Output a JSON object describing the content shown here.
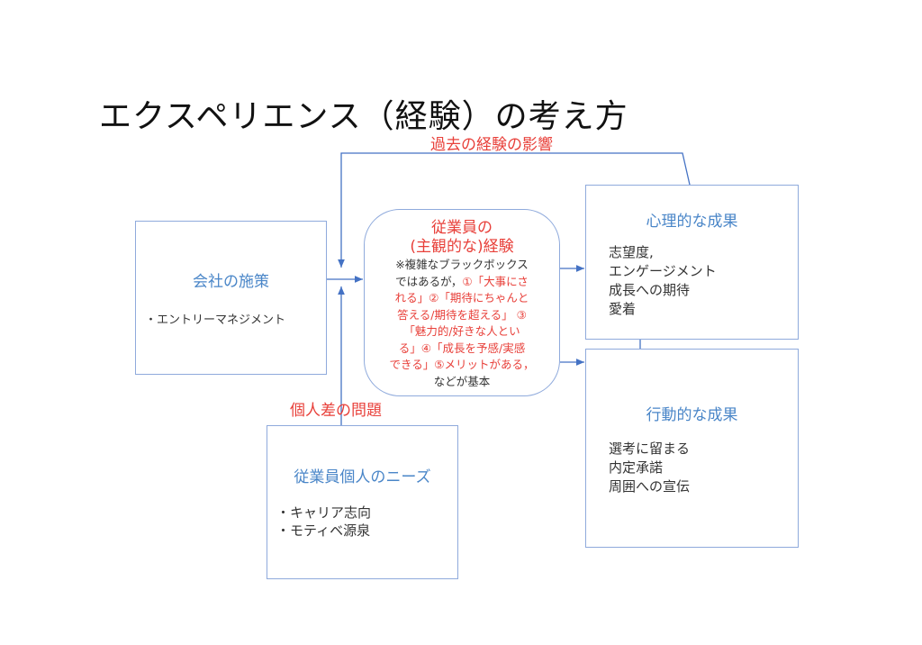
{
  "title": "エクスペリエンス（経験）の考え方",
  "feedback_label": "過去の経験の影響",
  "individual_label": "個人差の問題",
  "company_box": {
    "title": "会社の施策",
    "items": [
      "・エントリーマネジメント"
    ]
  },
  "needs_box": {
    "title": "従業員個人のニーズ",
    "items": [
      "・キャリア志向",
      "・モティベ源泉"
    ]
  },
  "experience_box": {
    "title_line1": "従業員の",
    "title_line2": "(主観的な)経験",
    "note_black1": "※複雑なブラックボックス",
    "note_black2": "ではあるが，",
    "note_red1": "①「大事にさ",
    "note_red2": "れる」②「期待にちゃんと",
    "note_red3": "答える/期待を超える」 ③",
    "note_red4": "「魅力的/好きな人とい",
    "note_red5": "る」④「成長を予感/実感",
    "note_red6": "できる」⑤メリットがある，",
    "note_black3": "などが基本"
  },
  "psych_box": {
    "title": "心理的な成果",
    "items": [
      "志望度,",
      "エンゲージメント",
      "成長への期待",
      "愛着"
    ]
  },
  "behavior_box": {
    "title": "行動的な成果",
    "items": [
      "選考に留まる",
      "内定承諾",
      "周囲への宣伝"
    ]
  },
  "colors": {
    "line": "#4472c4",
    "border": "#8faadc",
    "heading": "#4a86c8",
    "accent": "#e8403a"
  }
}
